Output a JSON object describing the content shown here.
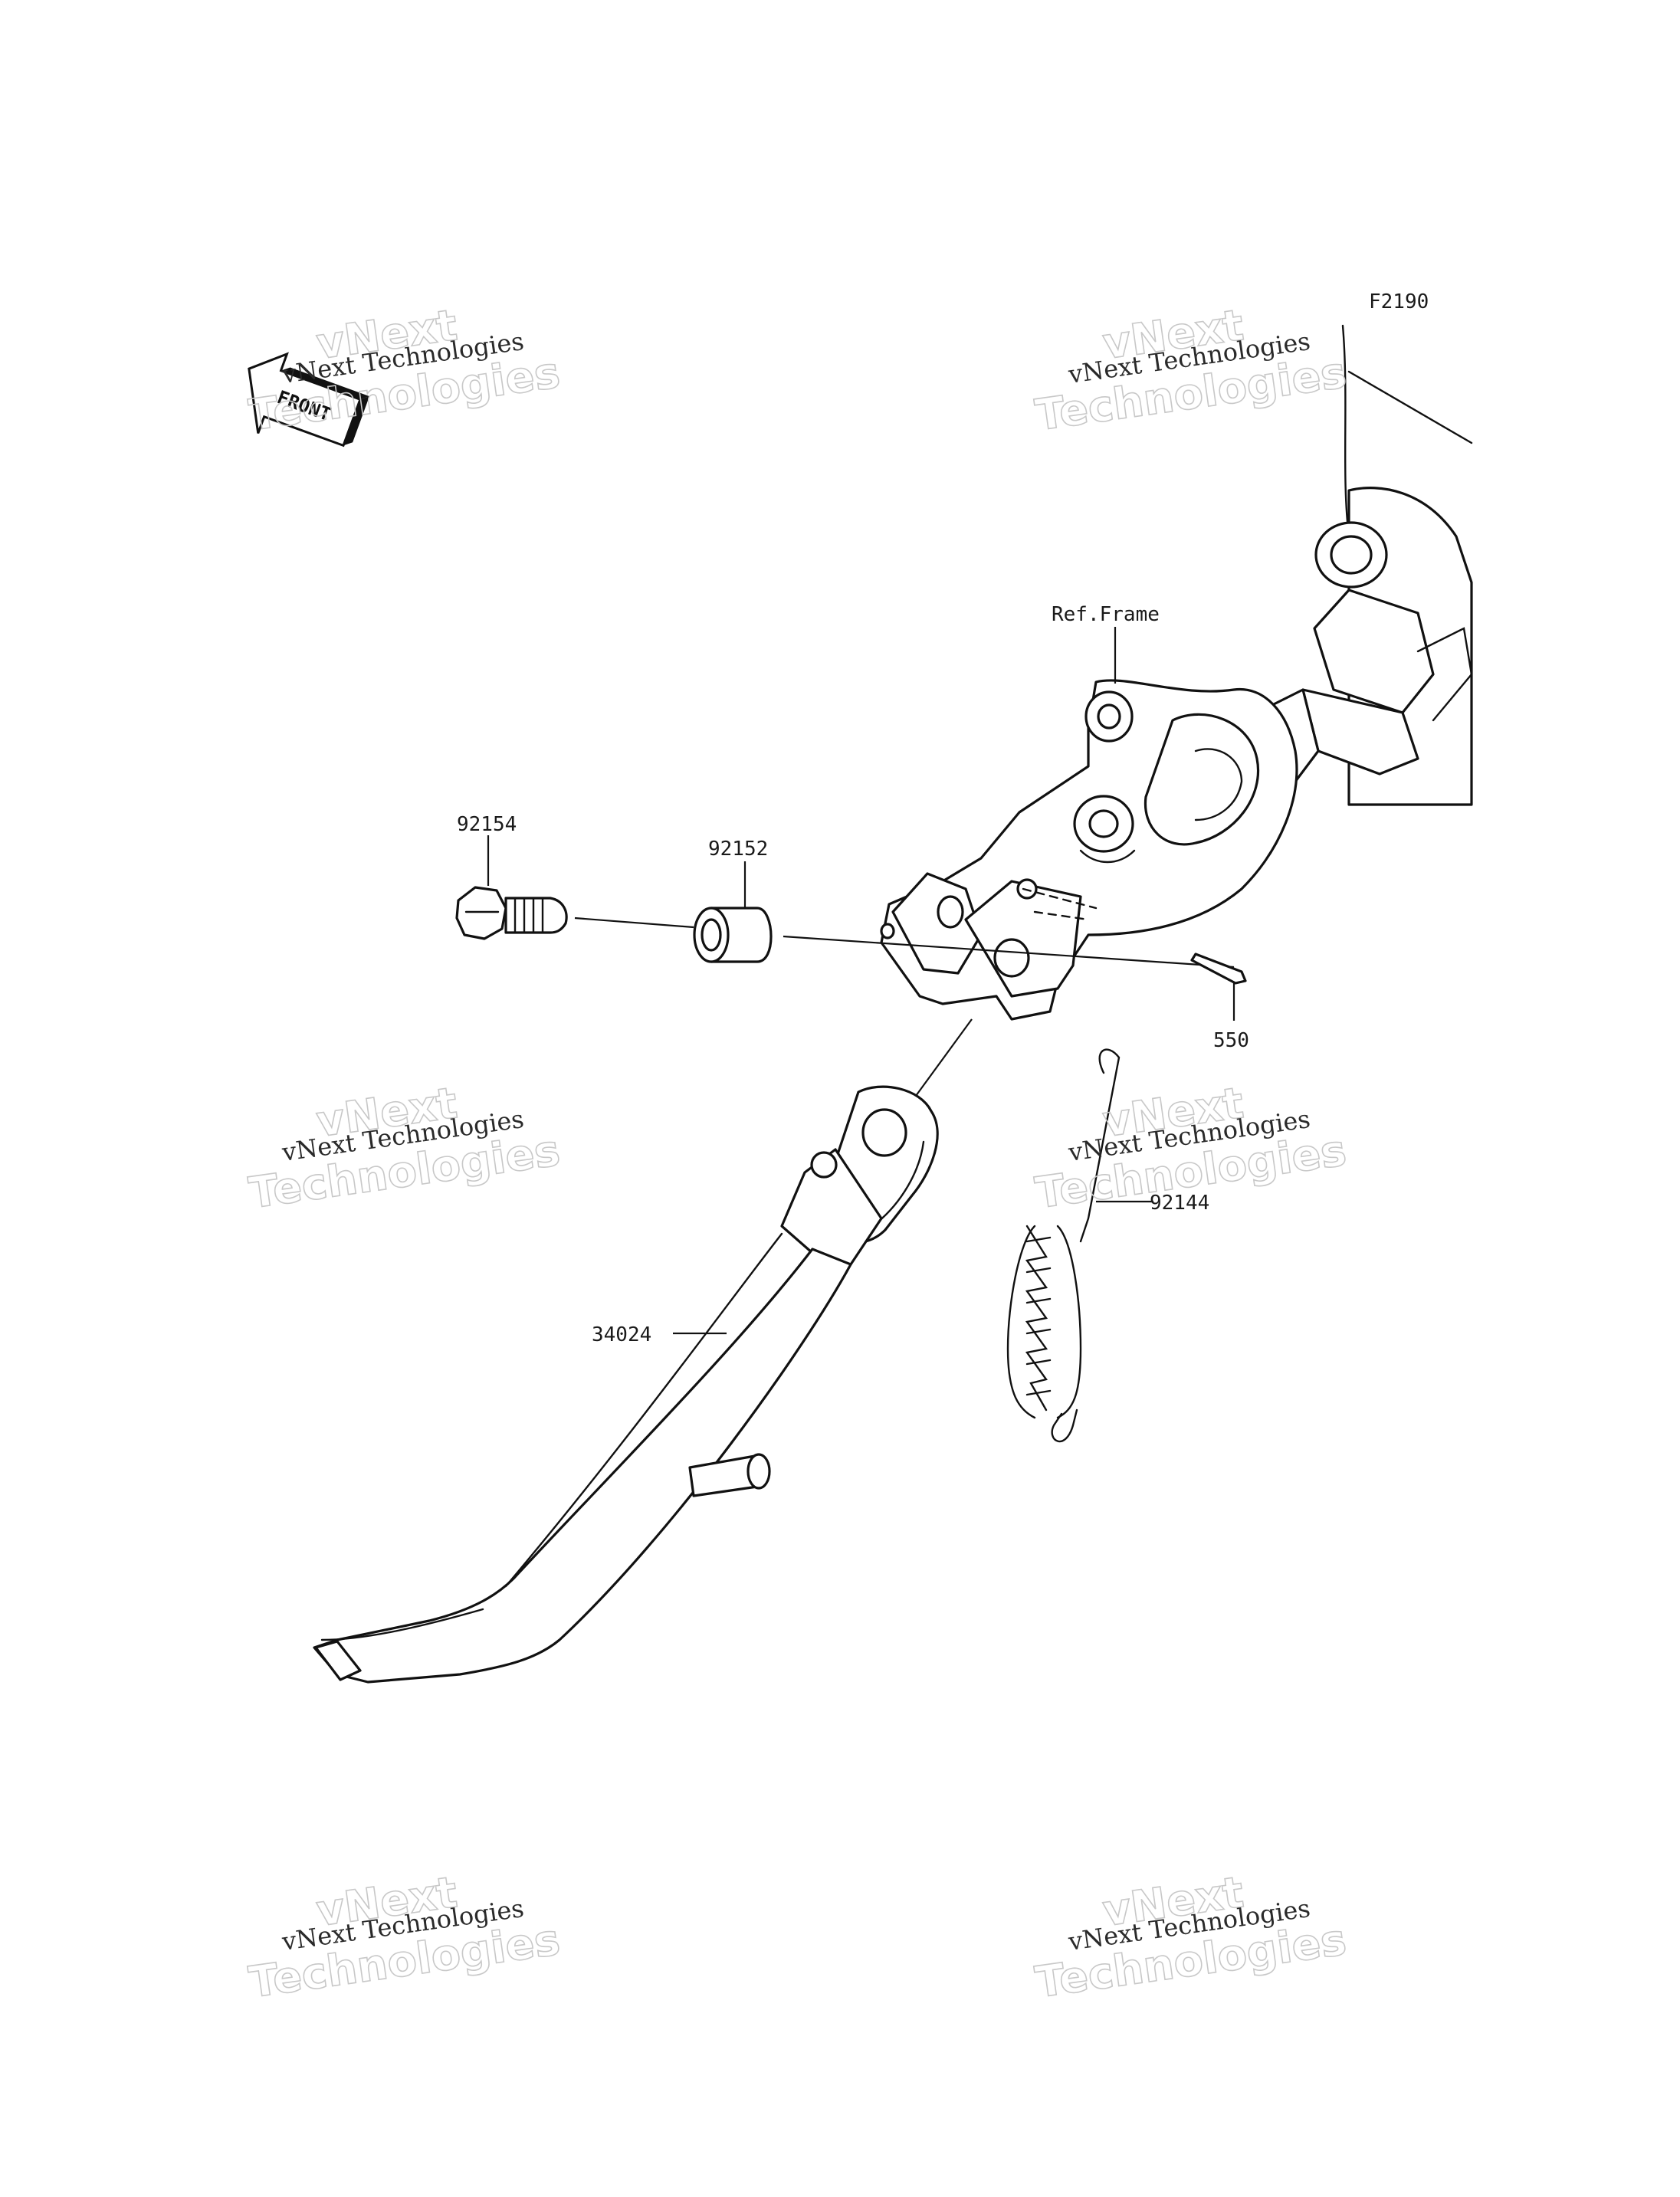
{
  "diagram": {
    "figure_code": "F2190",
    "front_badge": "FRONT",
    "reference_label": "Ref.Frame",
    "callouts": [
      {
        "id": "bolt",
        "part_number": "92154"
      },
      {
        "id": "collar",
        "part_number": "92152"
      },
      {
        "id": "pin",
        "part_number": "550"
      },
      {
        "id": "spring",
        "part_number": "92144"
      },
      {
        "id": "stand",
        "part_number": "34024"
      }
    ]
  },
  "watermark": {
    "line1": "vNext Technologies",
    "line2": "vNext",
    "line3": "Technologies"
  }
}
